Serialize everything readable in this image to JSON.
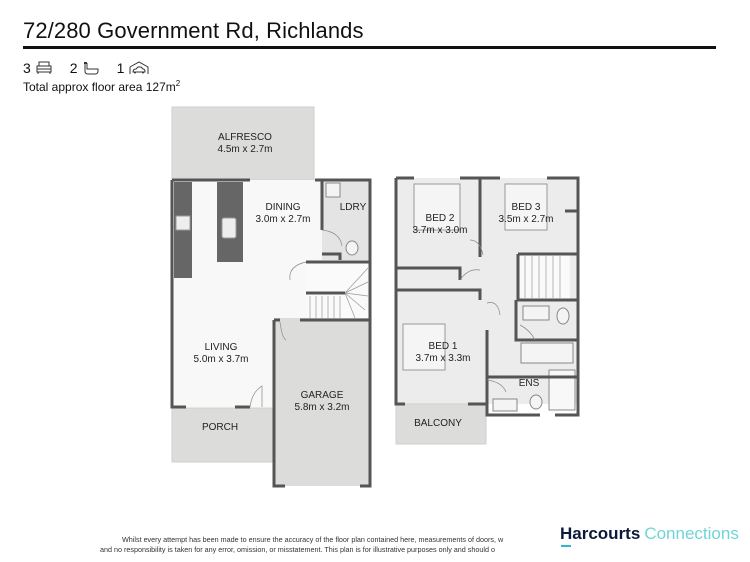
{
  "header": {
    "title": "72/280 Government Rd, Richlands",
    "stats": [
      {
        "count": "3",
        "icon": "bed-icon"
      },
      {
        "count": "2",
        "icon": "bath-icon"
      },
      {
        "count": "1",
        "icon": "garage-icon"
      }
    ],
    "floor_area_label": "Total approx floor area 127m",
    "floor_area_sup": "2"
  },
  "ground_floor": {
    "rooms": [
      {
        "name": "ALFRESCO",
        "size": "4.5m x 2.7m"
      },
      {
        "name": "DINING",
        "size": "3.0m x 2.7m"
      },
      {
        "name": "LDRY",
        "size": ""
      },
      {
        "name": "LIVING",
        "size": "5.0m x 3.7m"
      },
      {
        "name": "GARAGE",
        "size": "5.8m x 3.2m"
      },
      {
        "name": "PORCH",
        "size": ""
      }
    ]
  },
  "upper_floor": {
    "rooms": [
      {
        "name": "BED 2",
        "size": "3.7m x 3.0m"
      },
      {
        "name": "BED 3",
        "size": "3.5m x 2.7m"
      },
      {
        "name": "BED 1",
        "size": "3.7m x 3.3m"
      },
      {
        "name": "ENS",
        "size": ""
      },
      {
        "name": "BALCONY",
        "size": ""
      }
    ]
  },
  "footer": {
    "disclaimer_line1": "Whilst every attempt has been made to ensure the accuracy of the floor plan contained here, measurements of doors, w",
    "disclaimer_line2": "and no responsibility is taken for any error, omission, or misstatement. This plan is for illustrative purposes only and should o",
    "brand_primary": "Harcourts",
    "brand_secondary": "Connections"
  },
  "colors": {
    "wall": "#555555",
    "outdoor": "#dcdcda",
    "floor_light": "#f7f7f7",
    "floor_grey": "#e6e6e6",
    "brand_navy": "#0b1a3a",
    "brand_teal": "#6fd5d7"
  }
}
